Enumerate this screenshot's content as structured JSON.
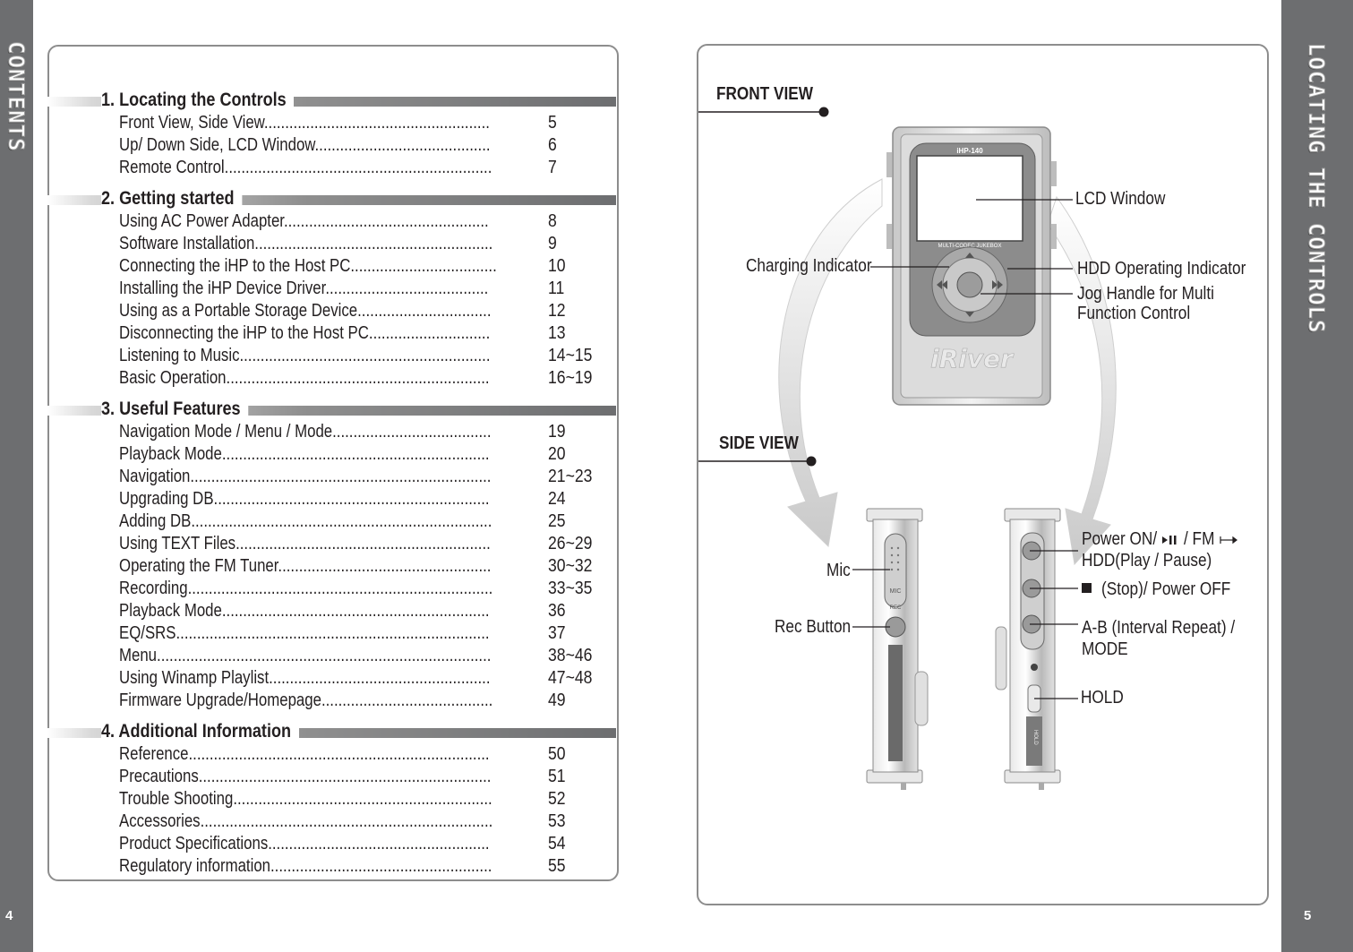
{
  "left_page": {
    "sidebar_title": "CONTENTS",
    "page_number": "4",
    "sections": [
      {
        "title": "1. Locating the Controls",
        "items": [
          {
            "label": "Front View, Side View......................................................",
            "page": "5"
          },
          {
            "label": "Up/ Down Side, LCD Window..........................................",
            "page": "6"
          },
          {
            "label": "Remote Control................................................................",
            "page": "7"
          }
        ]
      },
      {
        "title": "2. Getting started",
        "items": [
          {
            "label": "Using AC Power Adapter.................................................",
            "page": "8"
          },
          {
            "label": "Software Installation.........................................................",
            "page": "9"
          },
          {
            "label": "Connecting the iHP to the Host PC...................................",
            "page": "10"
          },
          {
            "label": "Installing the iHP Device Driver.......................................",
            "page": "11"
          },
          {
            "label": "Using as a Portable Storage Device................................",
            "page": "12"
          },
          {
            "label": "Disconnecting the iHP to the Host PC.............................",
            "page": "13"
          },
          {
            "label": "Listening to Music............................................................",
            "page": "14~15"
          },
          {
            "label": "Basic Operation...............................................................",
            "page": "16~19"
          }
        ]
      },
      {
        "title": "3. Useful Features",
        "items": [
          {
            "label": "Navigation Mode / Menu / Mode......................................",
            "page": "19"
          },
          {
            "label": "Playback Mode................................................................",
            "page": "20"
          },
          {
            "label": "Navigation........................................................................",
            "page": "21~23"
          },
          {
            "label": "Upgrading DB..................................................................",
            "page": "24"
          },
          {
            "label": "Adding DB........................................................................",
            "page": "25"
          },
          {
            "label": "Using TEXT Files.............................................................",
            "page": "26~29"
          },
          {
            "label": "Operating the FM Tuner...................................................",
            "page": "30~32"
          },
          {
            "label": "Recording.........................................................................",
            "page": "33~35"
          },
          {
            "label": "Playback Mode................................................................",
            "page": "36"
          },
          {
            "label": "EQ/SRS...........................................................................",
            "page": "37"
          },
          {
            "label": "Menu................................................................................",
            "page": "38~46"
          },
          {
            "label": "Using Winamp Playlist.....................................................",
            "page": "47~48"
          },
          {
            "label": "Firmware Upgrade/Homepage.........................................",
            "page": "49"
          }
        ]
      },
      {
        "title": "4. Additional Information",
        "items": [
          {
            "label": "Reference........................................................................",
            "page": "50"
          },
          {
            "label": "Precautions......................................................................",
            "page": "51"
          },
          {
            "label": "Trouble Shooting..............................................................",
            "page": "52"
          },
          {
            "label": "Accessories......................................................................",
            "page": "53"
          },
          {
            "label": "Product Specifications.....................................................",
            "page": "54"
          },
          {
            "label": "Regulatory information.....................................................",
            "page": "55"
          }
        ]
      }
    ]
  },
  "right_page": {
    "sidebar_title": "LOCATING THE CONTROLS",
    "page_number": "5",
    "front_view": {
      "title": "FRONT VIEW",
      "model_text": "iHP-140",
      "screen_caption": "MULTI-CODEC JUKEBOX",
      "brand": "iRiver",
      "labels": {
        "lcd_window": "LCD Window",
        "charging_indicator": "Charging Indicator",
        "hdd_indicator": "HDD Operating Indicator",
        "jog_handle_line1": "Jog Handle for Multi",
        "jog_handle_line2": "Function Control"
      }
    },
    "side_view": {
      "title": "SIDE VIEW",
      "labels": {
        "mic": "Mic",
        "rec_button": "Rec Button",
        "power_on_a": "Power ON/",
        "power_on_b": "/ FM",
        "hdd_play": "HDD(Play / Pause)",
        "stop": "(Stop)/ Power OFF",
        "ab_line1": "A-B (Interval Repeat) /",
        "ab_line2": "MODE",
        "hold": "HOLD"
      },
      "device_text": {
        "mic": "MIC",
        "rec": "REC",
        "hold": "HOLD"
      }
    }
  }
}
